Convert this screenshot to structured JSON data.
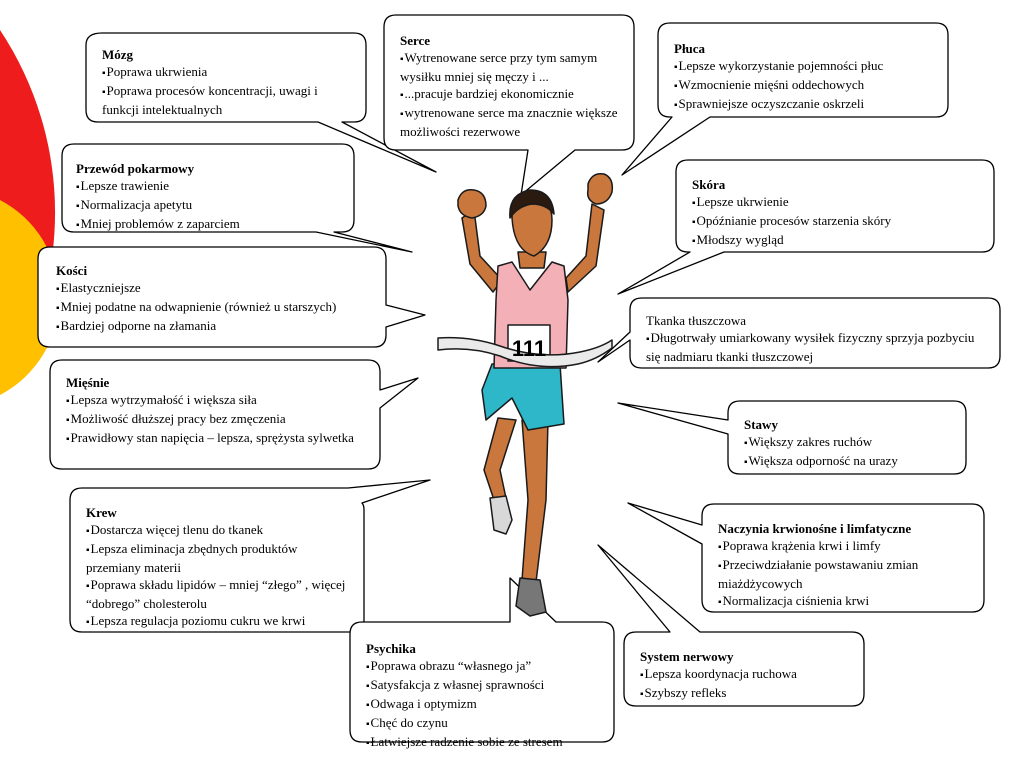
{
  "colors": {
    "arc_red": "#ee1c1c",
    "arc_yellow": "#ffc000",
    "shirt": "#f3b0b7",
    "shorts": "#2eb7c8",
    "skin": "#c9773d"
  },
  "runner": {
    "bib_number": "111"
  },
  "boxes": {
    "mozg": {
      "title": "Mózg",
      "items": [
        "Poprawa ukrwienia",
        "Poprawa procesów koncentracji, uwagi i funkcji intelektualnych"
      ]
    },
    "serce": {
      "title": "Serce",
      "items": [
        "Wytrenowane serce przy tym samym wysiłku mniej się męczy i ...",
        "...pracuje bardziej ekonomicznie",
        "wytrenowane serce ma znacznie większe możliwości rezerwowe"
      ]
    },
    "pluca": {
      "title": "Płuca",
      "items": [
        "Lepsze wykorzystanie pojemności płuc",
        "Wzmocnienie mięśni oddechowych",
        "Sprawniejsze oczyszczanie oskrzeli"
      ]
    },
    "przewod": {
      "title": "Przewód pokarmowy",
      "items": [
        "Lepsze trawienie",
        "Normalizacja apetytu",
        "Mniej problemów z zaparciem"
      ]
    },
    "skora": {
      "title": "Skóra",
      "items": [
        "Lepsze ukrwienie",
        "Opóźnianie procesów starzenia skóry",
        "Młodszy wygląd"
      ]
    },
    "kosci": {
      "title": "Kości",
      "items": [
        "Elastyczniejsze",
        "Mniej podatne na odwapnienie (również u starszych)",
        "Bardziej odporne na złamania"
      ]
    },
    "tkanka": {
      "title": "Tkanka tłuszczowa",
      "items": [
        "Długotrwały umiarkowany wysiłek fizyczny sprzyja pozbyciu się nadmiaru tkanki tłuszczowej"
      ]
    },
    "miesnie": {
      "title": "Mięśnie",
      "items": [
        "Lepsza wytrzymałość i większa siła",
        "Możliwość dłuższej pracy bez zmęczenia",
        "Prawidłowy stan napięcia – lepsza, sprężysta sylwetka"
      ]
    },
    "stawy": {
      "title": "Stawy",
      "items": [
        "Większy zakres ruchów",
        "Większa odporność na urazy"
      ]
    },
    "krew": {
      "title": "Krew",
      "items": [
        "Dostarcza więcej tlenu do tkanek",
        "Lepsza eliminacja zbędnych produktów przemiany materii",
        "Poprawa składu lipidów – mniej “złego” , więcej “dobrego” cholesterolu",
        "Lepsza regulacja poziomu cukru we krwi"
      ]
    },
    "naczynia": {
      "title": "Naczynia krwionośne i limfatyczne",
      "items": [
        "Poprawa krążenia krwi i limfy",
        "Przeciwdziałanie powstawaniu zmian miażdżycowych",
        "Normalizacja ciśnienia krwi"
      ]
    },
    "psychika": {
      "title": "Psychika",
      "items": [
        "Poprawa obrazu “własnego ja”",
        "Satysfakcja z własnej sprawności",
        "Odwaga i optymizm",
        "Chęć do czynu",
        "Łatwiejsze radzenie sobie ze stresem"
      ]
    },
    "nerwowy": {
      "title": "System nerwowy",
      "items": [
        "Lepsza koordynacja ruchowa",
        "Szybszy refleks"
      ]
    }
  }
}
